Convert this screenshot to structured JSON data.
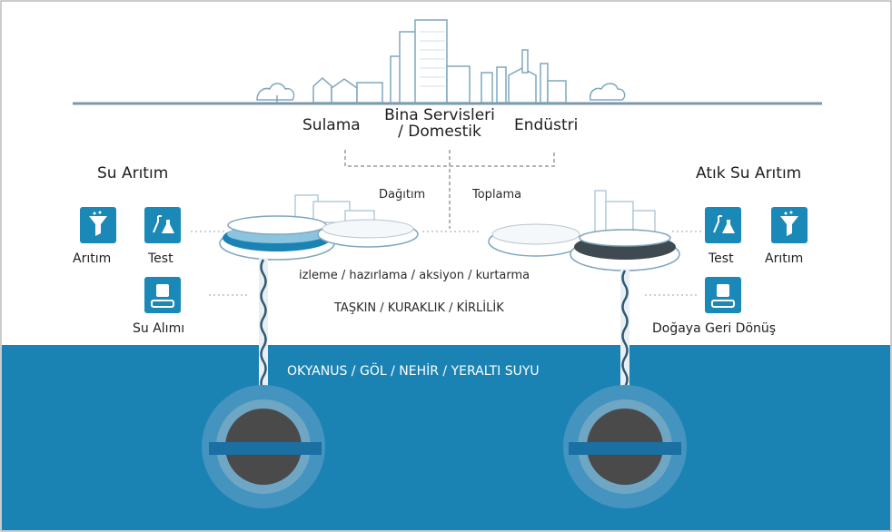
{
  "colors": {
    "water": "#1a83b4",
    "water_light": "#8bc4de",
    "icon_bg": "#1a89b8",
    "ground_line": "#7d97a8",
    "pipe": "#2e5a74",
    "dark_core": "#4a4a4a"
  },
  "top_labels": {
    "sulama": "Sulama",
    "bina": "Bina Servisleri\n/ Domestik",
    "endustri": "Endüstri"
  },
  "left": {
    "title": "Su Arıtım",
    "icons": [
      {
        "name": "funnel-icon",
        "label": "Arıtım"
      },
      {
        "name": "flask-icon",
        "label": "Test"
      },
      {
        "name": "intake-icon",
        "label": "Su Alımı"
      }
    ]
  },
  "right": {
    "title": "Atık Su Arıtım",
    "icons": [
      {
        "name": "flask-icon",
        "label": "Test"
      },
      {
        "name": "funnel-icon",
        "label": "Arıtım"
      },
      {
        "name": "intake-icon",
        "label": "Doğaya Geri Dönüş"
      }
    ]
  },
  "middle": {
    "dagitim": "Dağıtım",
    "toplama": "Toplama",
    "phases": "izleme / hazırlama / aksiyon / kurtarma",
    "risks": "TAŞKIN / KURAKLIK / KİRLİLİK",
    "sources": "OKYANUS / GÖL / NEHİR / YERALTI SUYU"
  }
}
